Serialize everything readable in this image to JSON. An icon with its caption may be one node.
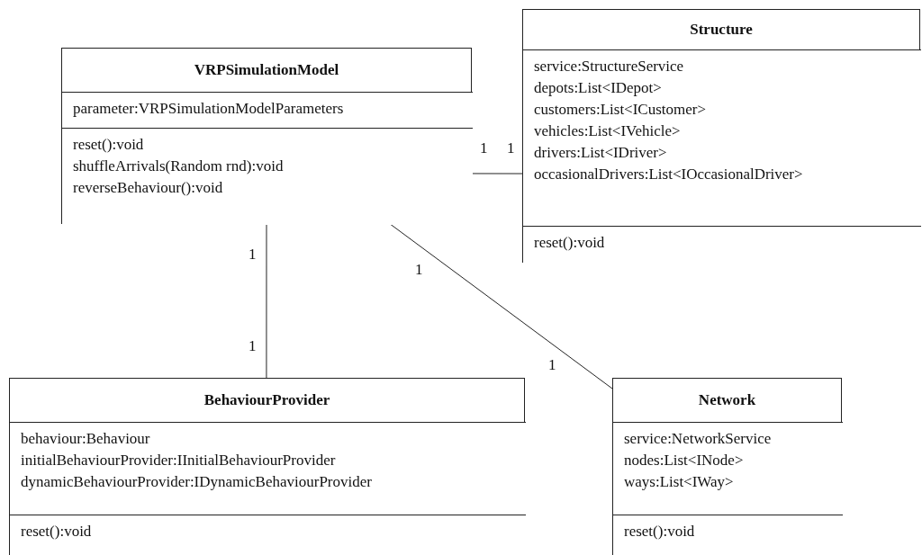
{
  "diagram": {
    "nodes": [
      {
        "text": [
          "VRPSimulationModel"
        ]
      },
      {
        "text": [
          "parameter:VRPSimulationModelParameters"
        ],
        "in": 0
      },
      {
        "text": [
          "reset():void",
          "shuffleArrivals(Random rnd):void",
          "reverseBehaviour():void"
        ],
        "in": 0
      },
      {
        "text": [
          "Structure"
        ]
      },
      {
        "text": [
          "service:StructureService",
          "depots:List<IDepot>",
          "customers:List<ICustomer>",
          "vehicles:List<IVehicle>",
          "drivers:List<IDriver>",
          "occasionalDrivers:List<IOccasionalDriver>"
        ],
        "in": 3
      },
      {
        "text": [
          "reset():void"
        ],
        "in": 3
      },
      {
        "text": [
          "BehaviourProvider"
        ]
      },
      {
        "text": [
          "behaviour:Behaviour",
          "initialBehaviourProvider:IInitialBehaviourProvider",
          "dynamicBehaviourProvider:IDynamicBehaviourProvider"
        ],
        "in": 6
      },
      {
        "text": [
          "reset():void"
        ],
        "in": 6
      },
      {
        "text": [
          "Network"
        ]
      },
      {
        "text": [
          "service:NetworkService",
          "nodes:List<INode>",
          "ways:List<IWay>"
        ],
        "in": 9
      },
      {
        "text": [
          "reset():void"
        ],
        "in": 9
      }
    ],
    "edges": [
      {
        "from": 0,
        "to": 3,
        "arrow": "none"
      },
      {
        "from": 0,
        "to": 6,
        "arrow": "none"
      },
      {
        "from": 0,
        "to": 9,
        "arrow": "none"
      }
    ],
    "labels": [
      "1",
      "1",
      "1",
      "1",
      "1",
      "1"
    ]
  }
}
